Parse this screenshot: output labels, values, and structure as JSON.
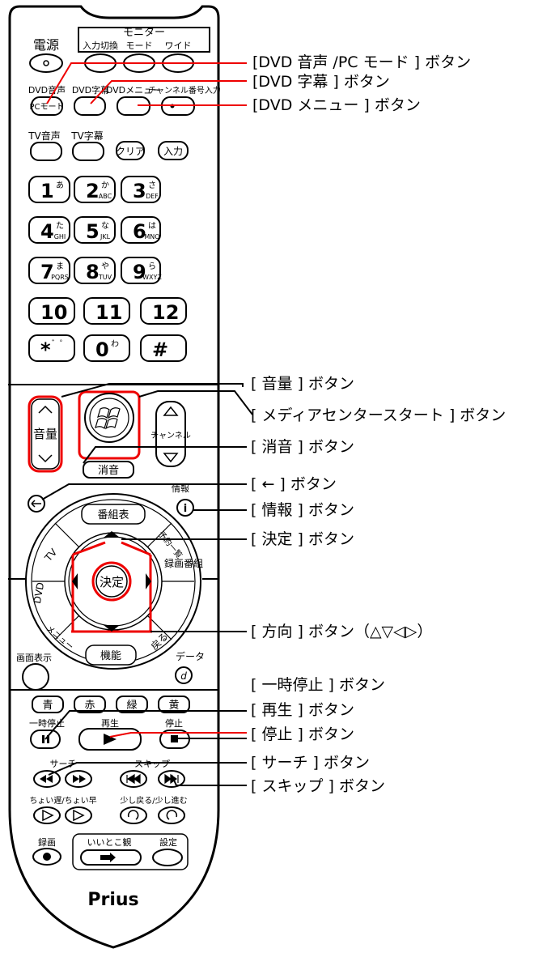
{
  "remote": {
    "brand": "Prius",
    "monitor_label": "モニター",
    "power_label": "電源",
    "top_buttons": [
      "入力切換",
      "モード",
      "ワイド"
    ],
    "row2_labels": [
      "DVD音声",
      "DVD字幕",
      "DVDメニュー",
      "チャンネル番号入力"
    ],
    "pc_mode_label": "PCモード",
    "tv_audio_label": "TV音声",
    "tv_subtitle_label": "TV字幕",
    "clear_label": "クリア",
    "input_label": "入力",
    "digits": [
      "1",
      "2",
      "3",
      "4",
      "5",
      "6",
      "7",
      "8",
      "9",
      "10",
      "11",
      "12",
      "*",
      "0",
      "#"
    ],
    "digit_kana": [
      "あ",
      "か",
      "さ",
      "た",
      "な",
      "は",
      "ま",
      "や",
      "ら",
      "",
      "",
      "",
      "゛゜",
      "わ",
      ""
    ],
    "digit_alpha": [
      "",
      "ABC",
      "DEF",
      "GHI",
      "JKL",
      "MNO",
      "PQRS",
      "TUV",
      "WXYZ",
      "",
      "",
      "",
      "",
      "",
      ""
    ],
    "volume_label": "音量",
    "channel_label": "チャンネル",
    "mute_label": "消音",
    "info_label": "情報",
    "epg_label": "番組表",
    "tv_label": "TV",
    "dvd_label": "DVD",
    "menu_label": "メニュー",
    "function_label": "機能",
    "back_label": "戻る",
    "reserve_label": "予約一覧",
    "rec_list_label": "録画番組",
    "enter_label": "決定",
    "screen_display_label": "画面表示",
    "data_label": "データ",
    "data_key": "d",
    "color_keys": [
      "青",
      "赤",
      "緑",
      "黄"
    ],
    "pause_label": "一時停止",
    "play_label": "再生",
    "stop_label": "停止",
    "search_label": "サーチ",
    "skip_label": "スキップ",
    "slow_fast_label": "ちょい遅/ちょい早",
    "replay_label": "少し戻る/少し進む",
    "record_label": "録画",
    "iitoko_label": "いいとこ観",
    "setting_label": "設定"
  },
  "callouts": [
    "[DVD 音声 /PC モード ] ボタン",
    "[DVD 字幕 ] ボタン",
    "[DVD メニュー ] ボタン",
    "[ 音量 ] ボタン",
    "[ メディアセンタースタート ] ボタン",
    "[ 消音 ] ボタン",
    "[ ← ] ボタン",
    "[ 情報 ] ボタン",
    "[ 決定 ] ボタン",
    "[ 方向 ] ボタン（△▽◁▷）",
    "[ 一時停止 ] ボタン",
    "[ 再生 ] ボタン",
    "[ 停止 ] ボタン",
    "[ サーチ ] ボタン",
    "[ スキップ ] ボタン"
  ]
}
